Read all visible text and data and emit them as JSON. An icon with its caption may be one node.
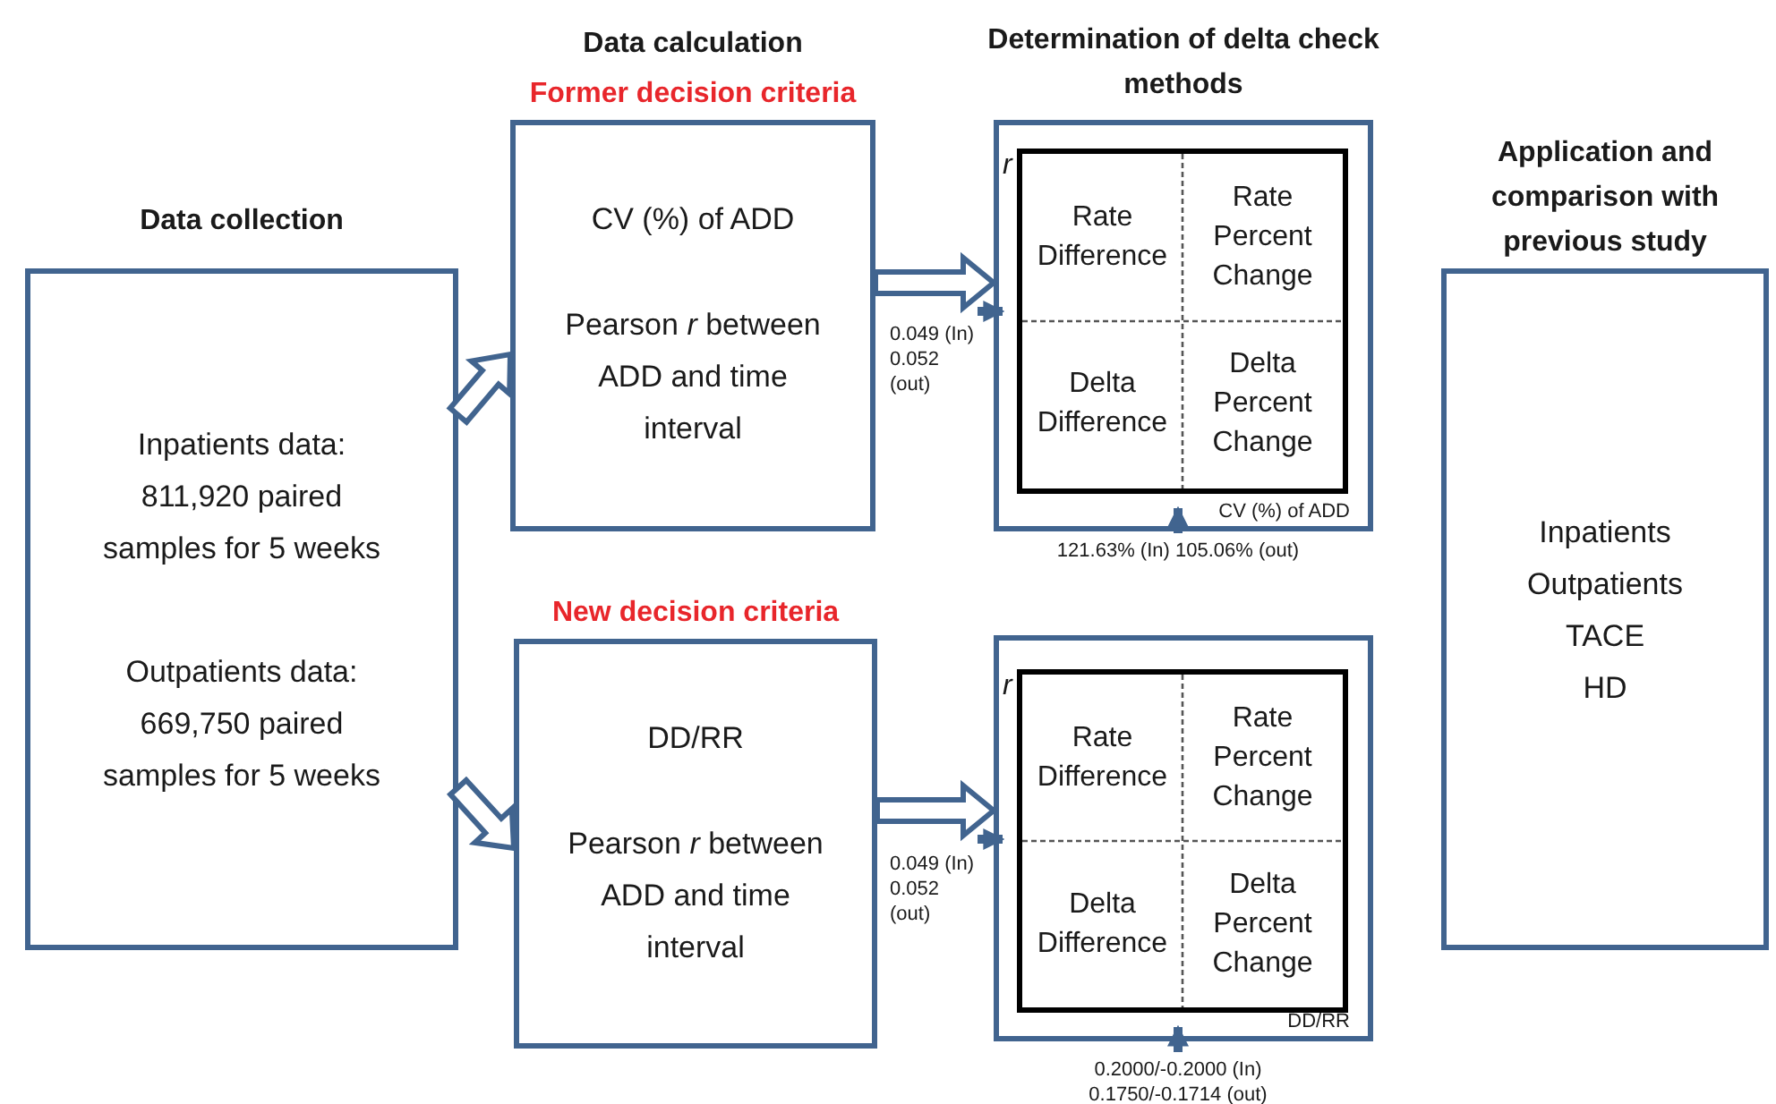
{
  "diagram": {
    "nodes": [
      {
        "text": [
          "Data collection",
          "Inpatients data: 811,920 paired samples for 5 weeks",
          "Outpatients data: 669,750 paired samples for 5 weeks"
        ]
      },
      {
        "text": [
          "Data calculation",
          "Former decision criteria",
          "CV (%) of ADD",
          "Pearson *r* between ADD and time interval"
        ]
      },
      {
        "text": [
          "Determination of delta check methods",
          "CV (%) of ADD"
        ]
      },
      {
        "text": [],
        "shape": "box",
        "in": 2,
        "beside": [
          "r"
        ]
      },
      {
        "text": [
          "Rate Difference"
        ],
        "in": 3
      },
      {
        "text": [
          "Rate Percent Change"
        ],
        "in": 3
      },
      {
        "text": [
          "Delta Difference"
        ],
        "in": 3
      },
      {
        "text": [
          "Delta Percent Change"
        ],
        "in": 3
      },
      {
        "text": [
          "New decision criteria",
          "DD/RR",
          "Pearson *r* between ADD and time interval"
        ]
      },
      {
        "text": [
          "DD/RR"
        ]
      },
      {
        "text": [],
        "shape": "box",
        "in": 9,
        "beside": [
          "r"
        ]
      },
      {
        "text": [
          "Rate Difference"
        ],
        "in": 10
      },
      {
        "text": [
          "Rate Percent Change"
        ],
        "in": 10
      },
      {
        "text": [
          "Delta Difference"
        ],
        "in": 10
      },
      {
        "text": [
          "Delta Percent Change"
        ],
        "in": 10
      },
      {
        "text": [
          "Application and comparison with previous study",
          "Inpatients",
          "Outpatients",
          "TACE",
          "HD"
        ]
      }
    ],
    "edges": [
      {
        "from": 0,
        "to": 1,
        "arrow": "to",
        "style": "thick"
      },
      {
        "from": 0,
        "to": 8,
        "arrow": "to",
        "style": "thick"
      },
      {
        "from": 1,
        "to": 2,
        "arrow": "to",
        "style": "thick"
      },
      {
        "from": 8,
        "to": 9,
        "arrow": "to",
        "style": "thick"
      },
      {
        "from": null,
        "to": 3,
        "arrow": "to",
        "label": "0.049 (In) 0.052 (out)"
      },
      {
        "from": null,
        "to": 3,
        "arrow": "to",
        "label": "121.63% (In) 105.06% (out)"
      },
      {
        "from": null,
        "to": 10,
        "arrow": "to",
        "label": "0.049 (In) 0.052 (out)"
      },
      {
        "from": null,
        "to": 10,
        "arrow": "to",
        "label": "0.2000/-0.2000 (In) 0.1750/-0.1714 (out)"
      }
    ]
  }
}
